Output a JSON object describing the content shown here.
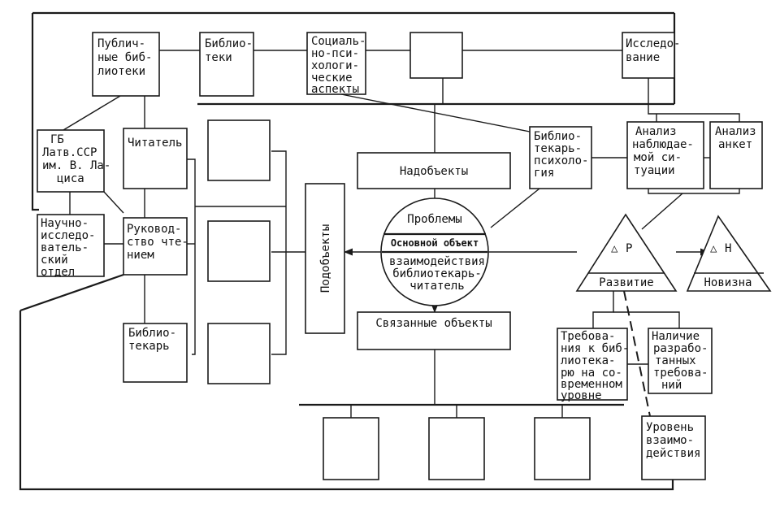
{
  "nodes": {
    "public_libraries": [
      "Публич-",
      "ные биб-",
      "лиотеки"
    ],
    "libraries": [
      "Библио-",
      "теки"
    ],
    "socio_psych": [
      "Социаль-",
      "но-пси-",
      "хологи-",
      "ческие",
      "аспекты"
    ],
    "research": [
      "Исследо-",
      "вание"
    ],
    "gb_latvia": [
      "ГБ",
      "Латв.ССР",
      "им. В. Ла-",
      "циса"
    ],
    "reader": [
      "Читатель"
    ],
    "research_dept": [
      "Научно-",
      "исследо-",
      "ватель-",
      "ский",
      "отдел"
    ],
    "reading_guidance": [
      "Руковод-",
      "ство чте-",
      "нием"
    ],
    "librarian": [
      "Библио-",
      "текарь"
    ],
    "superobjects": [
      "Надобъекты"
    ],
    "subobjects": [
      "Подобъекты"
    ],
    "related_objects": [
      "Связанные объекты"
    ],
    "librarian_psych": [
      "Библио-",
      "текарь-",
      "психоло-",
      "гия"
    ],
    "analysis_situation": [
      "Анализ",
      "наблюдае-",
      "мой си-",
      "туации"
    ],
    "analysis_surveys": [
      "Анализ",
      "анкет"
    ],
    "requirements_modern": [
      "Требова-",
      "ния к биб-",
      "лиотека-",
      "рю на со-",
      "временном",
      "уровне"
    ],
    "developed_requirements": [
      "Наличие",
      "разрабо-",
      "танных",
      "требова-",
      "ний"
    ],
    "interaction_level": [
      "Уровень",
      "взаимо-",
      "действия"
    ]
  },
  "center": {
    "problems": "Проблемы",
    "main_object": "Основной объект",
    "interaction": [
      "взаимодействия",
      "библиотекарь-",
      "читатель"
    ]
  },
  "triangles": {
    "development": {
      "symbol": "△",
      "letter": "Р",
      "label": "Развитие"
    },
    "novelty": {
      "symbol": "△",
      "letter": "Н",
      "label": "Новизна"
    }
  }
}
